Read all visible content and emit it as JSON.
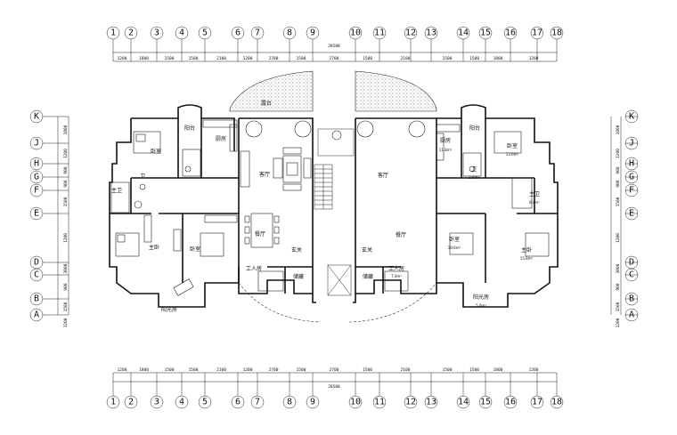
{
  "plan": {
    "top_dimensions": [
      "1200",
      "1800",
      "1500",
      "1500",
      "2100",
      "1200",
      "2700",
      "1500",
      "2700",
      "1500",
      "2100",
      "1500",
      "1500",
      "1800",
      "1200"
    ],
    "top_total": "28500",
    "bottom_dimensions": [
      "1200",
      "1800",
      "1500",
      "1500",
      "2100",
      "1200",
      "2700",
      "1500",
      "2700",
      "1500",
      "2100",
      "1500",
      "1500",
      "1800",
      "1200"
    ],
    "bottom_total": "28500",
    "left_dimensions": [
      "1800",
      "1200",
      "900",
      "900",
      "1500",
      "1200",
      "3000",
      "900",
      "1500",
      "1200"
    ],
    "right_dimensions": [
      "1800",
      "1200",
      "900",
      "900",
      "1500",
      "1200",
      "3000",
      "900",
      "1500",
      "1200"
    ],
    "column_axes": [
      "1",
      "2",
      "3",
      "4",
      "5",
      "6",
      "7",
      "8",
      "9",
      "10",
      "11",
      "12",
      "13",
      "14",
      "15",
      "16",
      "17",
      "18"
    ],
    "row_axes": [
      "K",
      "J",
      "H",
      "G",
      "F",
      "E",
      "D",
      "C",
      "B",
      "A"
    ],
    "rooms": [
      {
        "name": "露台",
        "area": ""
      },
      {
        "name": "阳台",
        "area": ""
      },
      {
        "name": "厨房",
        "area": ""
      },
      {
        "name": "卧室",
        "area": ""
      },
      {
        "name": "卫",
        "area": ""
      },
      {
        "name": "主卫",
        "area": ""
      },
      {
        "name": "客厅",
        "area": ""
      },
      {
        "name": "主卧",
        "area": ""
      },
      {
        "name": "卧室",
        "area": ""
      },
      {
        "name": "餐厅",
        "area": ""
      },
      {
        "name": "工人房",
        "area": ""
      },
      {
        "name": "储藏",
        "area": ""
      },
      {
        "name": "玄关",
        "area": ""
      },
      {
        "name": "阳光房",
        "area": ""
      },
      {
        "name": "客厅",
        "area": ""
      },
      {
        "name": "厨房",
        "area": "11.8m²"
      },
      {
        "name": "阳台",
        "area": ""
      },
      {
        "name": "卫",
        "area": "3.6m²"
      },
      {
        "name": "卧室",
        "area": "13.6m²"
      },
      {
        "name": "主卫",
        "area": "8.4m²"
      },
      {
        "name": "餐厅",
        "area": ""
      },
      {
        "name": "玄关",
        "area": ""
      },
      {
        "name": "储藏",
        "area": ""
      },
      {
        "name": "工人房",
        "area": "7.0m²"
      },
      {
        "name": "卧室",
        "area": "10.6m²"
      },
      {
        "name": "主卧",
        "area": "15.8m²"
      },
      {
        "name": "阳光房",
        "area": "5.0m²"
      }
    ]
  }
}
